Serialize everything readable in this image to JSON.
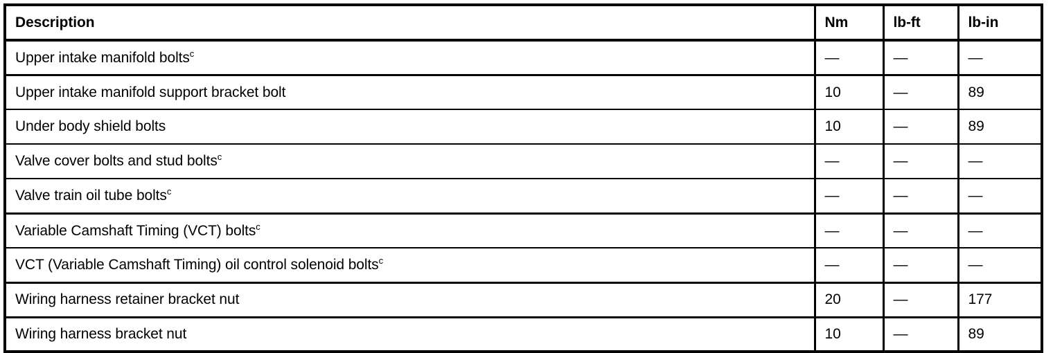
{
  "table": {
    "columns": [
      {
        "key": "description",
        "label": "Description",
        "align": "left"
      },
      {
        "key": "nm",
        "label": "Nm",
        "align": "left"
      },
      {
        "key": "lbft",
        "label": "lb-ft",
        "align": "left"
      },
      {
        "key": "lbin",
        "label": "lb-in",
        "align": "left"
      }
    ],
    "footnote_marker": "c",
    "empty_value": "—",
    "rows": [
      {
        "description": "Upper intake manifold bolts",
        "footnote": "c",
        "nm": "—",
        "lbft": "—",
        "lbin": "—"
      },
      {
        "description": "Upper intake manifold support bracket bolt",
        "footnote": "",
        "nm": "10",
        "lbft": "—",
        "lbin": "89"
      },
      {
        "description": "Under body shield bolts",
        "footnote": "",
        "nm": "10",
        "lbft": "—",
        "lbin": "89"
      },
      {
        "description": "Valve cover bolts and stud bolts",
        "footnote": "c",
        "nm": "—",
        "lbft": "—",
        "lbin": "—"
      },
      {
        "description": "Valve train oil tube bolts",
        "footnote": "c",
        "nm": "—",
        "lbft": "—",
        "lbin": "—"
      },
      {
        "description": "Variable Camshaft Timing (VCT) bolts",
        "footnote": "c",
        "nm": "—",
        "lbft": "—",
        "lbin": "—"
      },
      {
        "description": "VCT (Variable Camshaft Timing) oil control solenoid bolts",
        "footnote": "c",
        "nm": "—",
        "lbft": "—",
        "lbin": "—"
      },
      {
        "description": "Wiring harness retainer bracket nut",
        "footnote": "",
        "nm": "20",
        "lbft": "—",
        "lbin": "177"
      },
      {
        "description": "Wiring harness bracket nut",
        "footnote": "",
        "nm": "10",
        "lbft": "—",
        "lbin": "89"
      }
    ]
  },
  "style": {
    "text_color": "#000000",
    "background_color": "#ffffff",
    "border_color": "#000000"
  }
}
